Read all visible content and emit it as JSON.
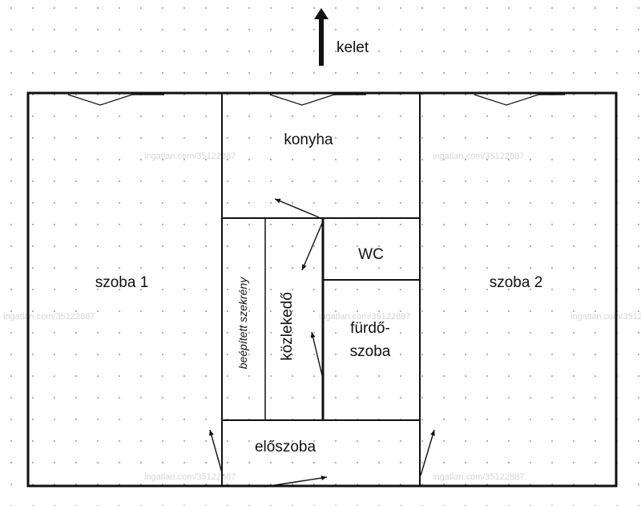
{
  "compass": {
    "label": "kelet",
    "arrow_icon": "arrow-up-icon"
  },
  "rooms": {
    "konyha": "konyha",
    "szoba1": "szoba 1",
    "szoba2": "szoba 2",
    "wc": "WC",
    "furdo_line1": "fürdő-",
    "furdo_line2": "szoba",
    "kozlekedo": "közlekedő",
    "beepitett": "beépített szekrény",
    "eloszoba": "előszoba"
  },
  "watermark": "ingatlan.com/35122887",
  "colors": {
    "ink": "#111111",
    "grid_dot": "#9a9a9a",
    "watermark": "#d6d6d6"
  }
}
